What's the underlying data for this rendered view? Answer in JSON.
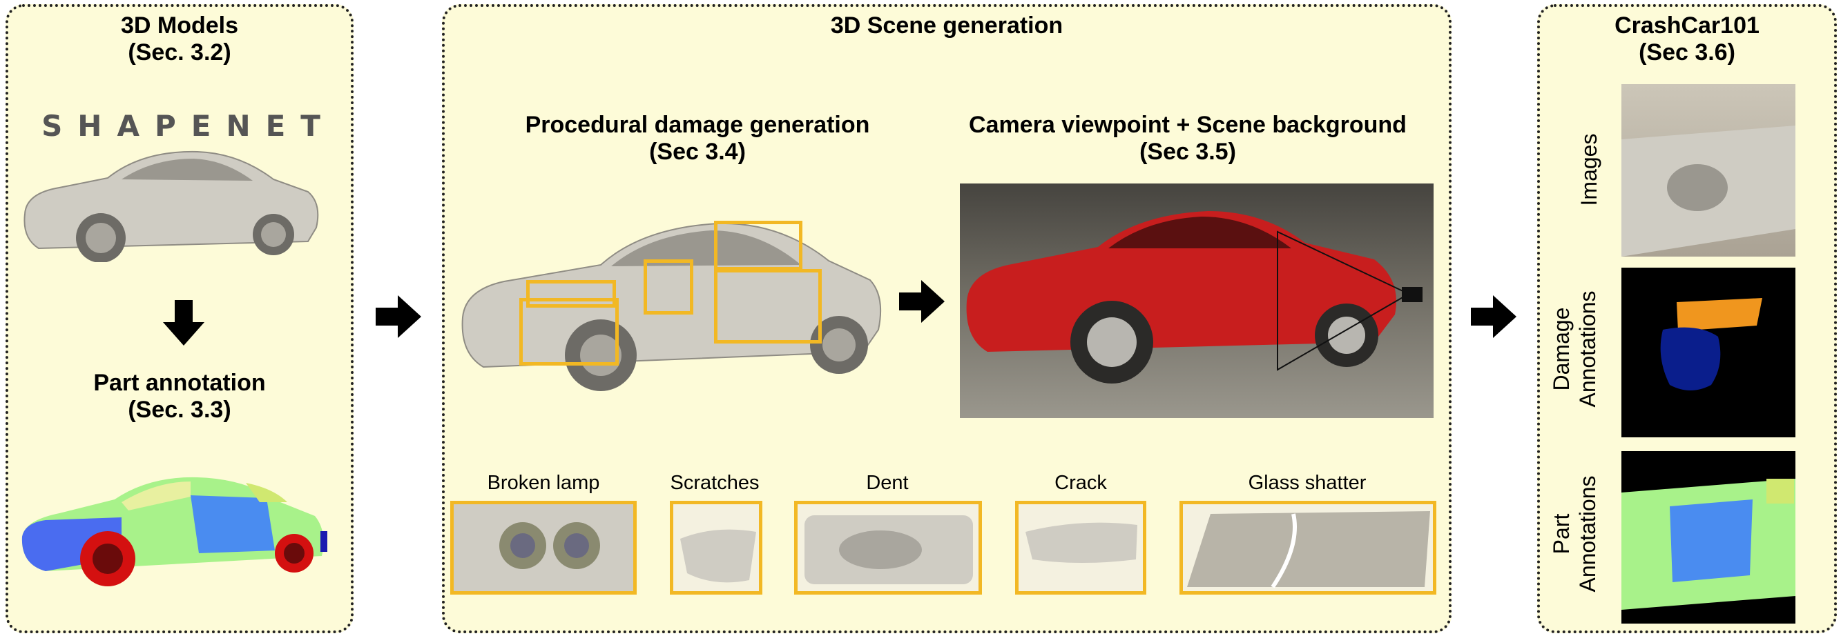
{
  "colors": {
    "panel_bg": "#fdfbd8",
    "highlight_box": "#f2b824",
    "car_body": "#cfccc3",
    "car_red": "#c81e1e",
    "damage_orange": "#f0961e",
    "damage_navy": "#0a1e8c",
    "part_green": "#a8f28a",
    "part_blue": "#4a8cf0"
  },
  "left": {
    "title_line1": "3D Models",
    "title_line2": "(Sec. 3.2)",
    "logo": "SHAPENET",
    "part_line1": "Part annotation",
    "part_line2": "(Sec. 3.3)"
  },
  "middle": {
    "title": "3D Scene generation",
    "proc_line1": "Procedural damage generation",
    "proc_line2": "(Sec 3.4)",
    "cam_line1": "Camera viewpoint + Scene background",
    "cam_line2": "(Sec 3.5)",
    "damages": [
      "Broken lamp",
      "Scratches",
      "Dent",
      "Crack",
      "Glass shatter"
    ]
  },
  "right": {
    "title_line1": "CrashCar101",
    "title_line2": "(Sec 3.6)",
    "row1": "Images",
    "row2_line1": "Damage",
    "row2_line2": "Annotations",
    "row3_line1": "Part",
    "row3_line2": "Annotations"
  }
}
